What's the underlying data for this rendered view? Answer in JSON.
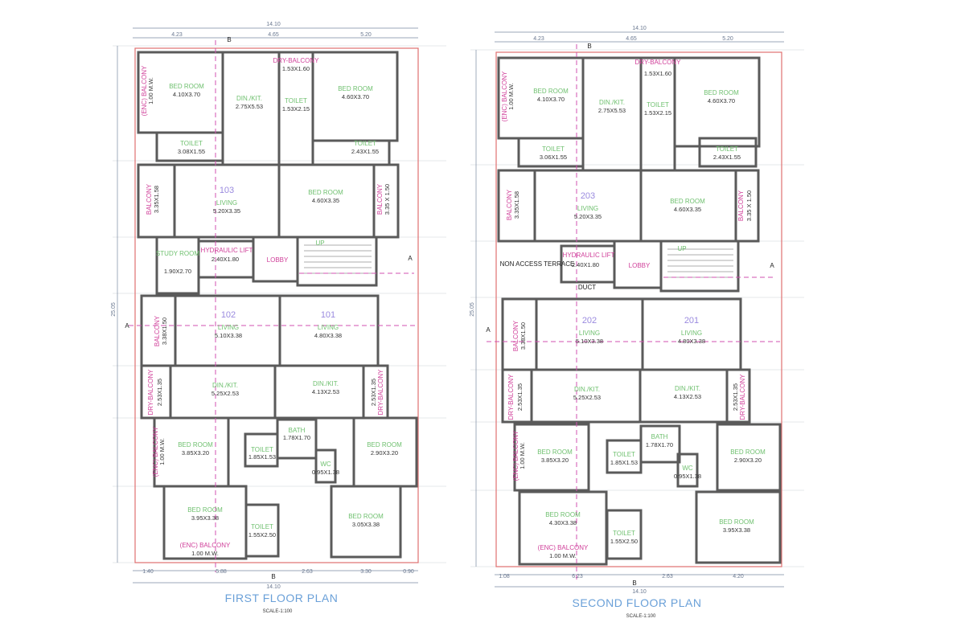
{
  "plans": [
    {
      "title": "FIRST FLOOR PLAN",
      "scale": "SCALE-1:100",
      "top_total": "14.10",
      "top_dims": [
        "4.23",
        "4.65",
        "5.20"
      ],
      "bottom_dims": [
        "1.40",
        "5.88",
        "2.63",
        "3.30",
        "0.90"
      ],
      "bottom_total": "14.10",
      "left_total": "25.05",
      "section_marks": [
        "B",
        "B",
        "A",
        "A"
      ],
      "rooms": [
        {
          "label": "BED ROOM",
          "size": "4.10X3.70"
        },
        {
          "label": "DIN./KIT.",
          "size": "2.75X5.53"
        },
        {
          "label": "DRY-BALCONY",
          "size": "1.53X1.60"
        },
        {
          "label": "TOILET",
          "size": "1.53X2.15"
        },
        {
          "label": "BED ROOM",
          "size": "4.60X3.70"
        },
        {
          "label": "TOILET",
          "size": "3.08X1.55"
        },
        {
          "label": "TOILET",
          "size": "2.43X1.55"
        },
        {
          "label": "(ENC) BALCONY",
          "size": "1.00 M.W."
        },
        {
          "label": "BALCONY",
          "size": "3.35X1.58"
        },
        {
          "label": "LIVING",
          "size": "5.20X3.35",
          "unit": "103"
        },
        {
          "label": "BED ROOM",
          "size": "4.60X3.35"
        },
        {
          "label": "BALCONY",
          "size": "3.35 X 1.50"
        },
        {
          "label": "STUDY ROOM",
          "size": "1.90X2.70"
        },
        {
          "label": "HYDRAULIC LIFT",
          "size": "2.40X1.80"
        },
        {
          "label": "LOBBY",
          "size": ""
        },
        {
          "label": "UP",
          "size": ""
        },
        {
          "label": "BALCONY",
          "size": "3.38X1.50"
        },
        {
          "label": "LIVING",
          "size": "5.10X3.38",
          "unit": "102"
        },
        {
          "label": "LIVING",
          "size": "4.80X3.38",
          "unit": "101"
        },
        {
          "label": "DRY-BALCONY",
          "size": "2.53X1.35"
        },
        {
          "label": "DIN./KIT.",
          "size": "5.25X2.53"
        },
        {
          "label": "DIN./KIT.",
          "size": "4.13X2.53"
        },
        {
          "label": "DRY-BALCONY",
          "size": "2.53X1.35"
        },
        {
          "label": "(ENC) BALCONY",
          "size": "1.00 M.W."
        },
        {
          "label": "BED ROOM",
          "size": "3.85X3.20"
        },
        {
          "label": "TOILET",
          "size": "1.85X1.53"
        },
        {
          "label": "BATH",
          "size": "1.78X1.70"
        },
        {
          "label": "WC",
          "size": "0.95X1.38"
        },
        {
          "label": "BED ROOM",
          "size": "2.90X3.20"
        },
        {
          "label": "BED ROOM",
          "size": "3.95X3.38"
        },
        {
          "label": "TOILET",
          "size": "1.55X2.50"
        },
        {
          "label": "BED ROOM",
          "size": "3.05X3.38"
        },
        {
          "label": "(ENC) BALCONY",
          "size": "1.00 M.W."
        }
      ]
    },
    {
      "title": "SECOND FLOOR PLAN",
      "scale": "SCALE-1:100",
      "top_total": "14.10",
      "top_dims": [
        "4.23",
        "4.65",
        "5.20"
      ],
      "bottom_dims": [
        "1.08",
        "6.23",
        "2.63",
        "4.20"
      ],
      "bottom_total": "14.10",
      "left_total": "25.05",
      "section_marks": [
        "B",
        "B",
        "A",
        "A"
      ],
      "rooms": [
        {
          "label": "BED ROOM",
          "size": "4.10X3.70"
        },
        {
          "label": "DIN./KIT.",
          "size": "2.75X5.53"
        },
        {
          "label": "DRY-BALCONY",
          "size": "1.53X1.60"
        },
        {
          "label": "TOILET",
          "size": "1.53X2.15"
        },
        {
          "label": "BED ROOM",
          "size": "4.60X3.70"
        },
        {
          "label": "TOILET",
          "size": "3.06X1.55"
        },
        {
          "label": "TOILET",
          "size": "2.43X1.55"
        },
        {
          "label": "(ENC) BALCONY",
          "size": "1.00 M.W."
        },
        {
          "label": "BALCONY",
          "size": "3.35X1.58"
        },
        {
          "label": "LIVING",
          "size": "5.20X3.35",
          "unit": "203"
        },
        {
          "label": "BED ROOM",
          "size": "4.60X3.35"
        },
        {
          "label": "BALCONY",
          "size": "3.35 X 1.50"
        },
        {
          "label": "NON ACCESS TERRACE",
          "size": ""
        },
        {
          "label": "HYDRAULIC LIFT",
          "size": "2.40X1.80"
        },
        {
          "label": "LOBBY",
          "size": ""
        },
        {
          "label": "DUCT",
          "size": ""
        },
        {
          "label": "UP",
          "size": ""
        },
        {
          "label": "BALCONY",
          "size": "3.38X1.50"
        },
        {
          "label": "LIVING",
          "size": "5.10X3.38",
          "unit": "202"
        },
        {
          "label": "LIVING",
          "size": "4.80X3.38",
          "unit": "201"
        },
        {
          "label": "DRY-BALCONY",
          "size": "2.53X1.35"
        },
        {
          "label": "DIN./KIT.",
          "size": "5.25X2.53"
        },
        {
          "label": "DIN./KIT.",
          "size": "4.13X2.53"
        },
        {
          "label": "DRY-BALCONY",
          "size": "2.53X1.35"
        },
        {
          "label": "(ENC) BALCONY",
          "size": "1.00 M.W."
        },
        {
          "label": "BED ROOM",
          "size": "3.85X3.20"
        },
        {
          "label": "TOILET",
          "size": "1.85X1.53"
        },
        {
          "label": "BATH",
          "size": "1.78X1.70"
        },
        {
          "label": "WC",
          "size": "0.95X1.38"
        },
        {
          "label": "BED ROOM",
          "size": "2.90X3.20"
        },
        {
          "label": "BED ROOM",
          "size": "4.30X3.38"
        },
        {
          "label": "TOILET",
          "size": "1.55X2.50"
        },
        {
          "label": "BED ROOM",
          "size": "3.95X3.38"
        },
        {
          "label": "(ENC) BALCONY",
          "size": "1.00 M.W."
        }
      ]
    }
  ]
}
